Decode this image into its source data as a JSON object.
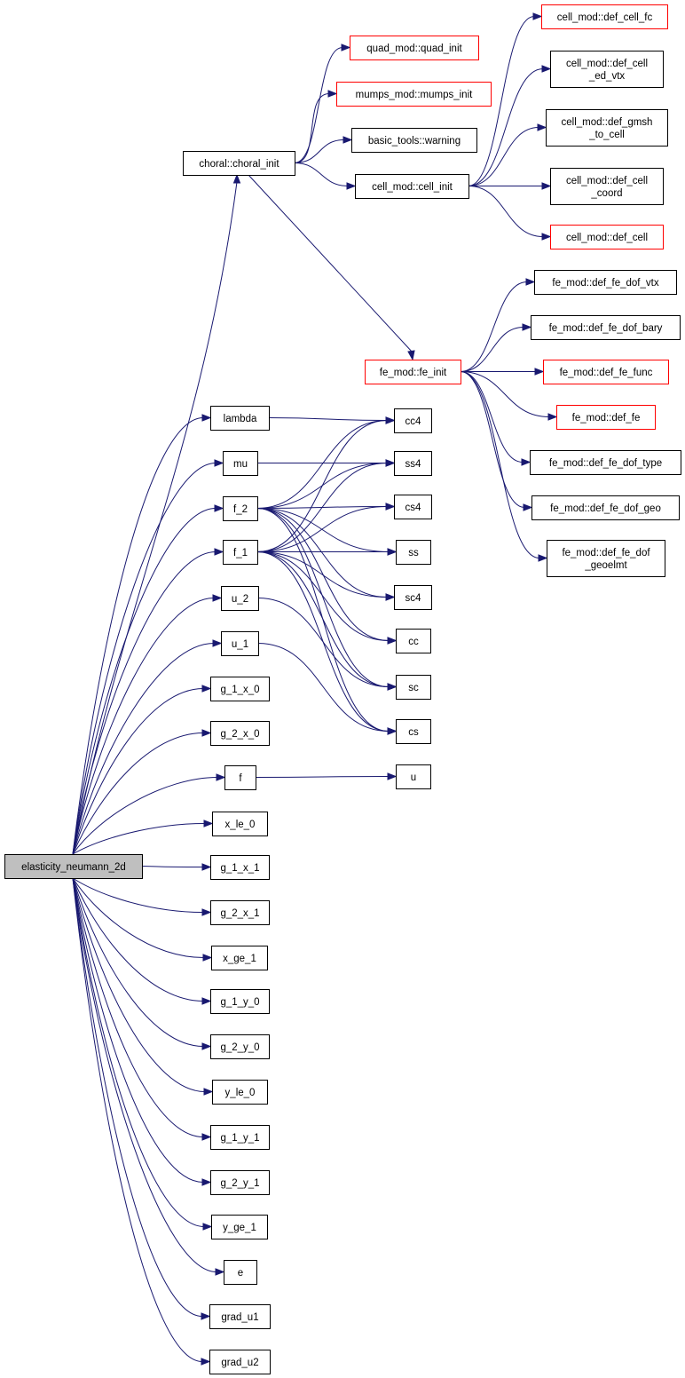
{
  "graph": {
    "nodes": [
      {
        "id": "root",
        "lines": [
          "elasticity_neumann_2d"
        ],
        "style": "root"
      },
      {
        "id": "choral_init",
        "lines": [
          "choral::choral_init"
        ],
        "style": "normal"
      },
      {
        "id": "quad_init",
        "lines": [
          "quad_mod::quad_init"
        ],
        "style": "truncated"
      },
      {
        "id": "mumps_init",
        "lines": [
          "mumps_mod::mumps_init"
        ],
        "style": "truncated"
      },
      {
        "id": "warning",
        "lines": [
          "basic_tools::warning"
        ],
        "style": "normal"
      },
      {
        "id": "cell_init",
        "lines": [
          "cell_mod::cell_init"
        ],
        "style": "normal"
      },
      {
        "id": "def_cell_fc",
        "lines": [
          "cell_mod::def_cell_fc"
        ],
        "style": "truncated"
      },
      {
        "id": "def_cell_ed_vtx",
        "lines": [
          "cell_mod::def_cell",
          "_ed_vtx"
        ],
        "style": "normal"
      },
      {
        "id": "def_gmsh_to_cell",
        "lines": [
          "cell_mod::def_gmsh",
          "_to_cell"
        ],
        "style": "normal"
      },
      {
        "id": "def_cell_coord",
        "lines": [
          "cell_mod::def_cell",
          "_coord"
        ],
        "style": "normal"
      },
      {
        "id": "def_cell",
        "lines": [
          "cell_mod::def_cell"
        ],
        "style": "truncated"
      },
      {
        "id": "fe_init",
        "lines": [
          "fe_mod::fe_init"
        ],
        "style": "truncated"
      },
      {
        "id": "dof_vtx",
        "lines": [
          "fe_mod::def_fe_dof_vtx"
        ],
        "style": "normal"
      },
      {
        "id": "dof_bary",
        "lines": [
          "fe_mod::def_fe_dof_bary"
        ],
        "style": "normal"
      },
      {
        "id": "fe_func",
        "lines": [
          "fe_mod::def_fe_func"
        ],
        "style": "truncated"
      },
      {
        "id": "def_fe",
        "lines": [
          "fe_mod::def_fe"
        ],
        "style": "truncated"
      },
      {
        "id": "dof_type",
        "lines": [
          "fe_mod::def_fe_dof_type"
        ],
        "style": "normal"
      },
      {
        "id": "dof_geo",
        "lines": [
          "fe_mod::def_fe_dof_geo"
        ],
        "style": "normal"
      },
      {
        "id": "dof_geoelmt",
        "lines": [
          "fe_mod::def_fe_dof",
          "_geoelmt"
        ],
        "style": "normal"
      },
      {
        "id": "lambda",
        "lines": [
          "lambda"
        ],
        "style": "normal"
      },
      {
        "id": "mu",
        "lines": [
          "mu"
        ],
        "style": "normal"
      },
      {
        "id": "f_2",
        "lines": [
          "f_2"
        ],
        "style": "normal"
      },
      {
        "id": "f_1",
        "lines": [
          "f_1"
        ],
        "style": "normal"
      },
      {
        "id": "u_2",
        "lines": [
          "u_2"
        ],
        "style": "normal"
      },
      {
        "id": "u_1",
        "lines": [
          "u_1"
        ],
        "style": "normal"
      },
      {
        "id": "g_1_x_0",
        "lines": [
          "g_1_x_0"
        ],
        "style": "normal"
      },
      {
        "id": "g_2_x_0",
        "lines": [
          "g_2_x_0"
        ],
        "style": "normal"
      },
      {
        "id": "f",
        "lines": [
          "f"
        ],
        "style": "normal"
      },
      {
        "id": "x_le_0",
        "lines": [
          "x_le_0"
        ],
        "style": "normal"
      },
      {
        "id": "g_1_x_1",
        "lines": [
          "g_1_x_1"
        ],
        "style": "normal"
      },
      {
        "id": "g_2_x_1",
        "lines": [
          "g_2_x_1"
        ],
        "style": "normal"
      },
      {
        "id": "x_ge_1",
        "lines": [
          "x_ge_1"
        ],
        "style": "normal"
      },
      {
        "id": "g_1_y_0",
        "lines": [
          "g_1_y_0"
        ],
        "style": "normal"
      },
      {
        "id": "g_2_y_0",
        "lines": [
          "g_2_y_0"
        ],
        "style": "normal"
      },
      {
        "id": "y_le_0",
        "lines": [
          "y_le_0"
        ],
        "style": "normal"
      },
      {
        "id": "g_1_y_1",
        "lines": [
          "g_1_y_1"
        ],
        "style": "normal"
      },
      {
        "id": "g_2_y_1",
        "lines": [
          "g_2_y_1"
        ],
        "style": "normal"
      },
      {
        "id": "y_ge_1",
        "lines": [
          "y_ge_1"
        ],
        "style": "normal"
      },
      {
        "id": "e",
        "lines": [
          "e"
        ],
        "style": "normal"
      },
      {
        "id": "grad_u1",
        "lines": [
          "grad_u1"
        ],
        "style": "normal"
      },
      {
        "id": "grad_u2",
        "lines": [
          "grad_u2"
        ],
        "style": "normal"
      },
      {
        "id": "cc4",
        "lines": [
          "cc4"
        ],
        "style": "normal"
      },
      {
        "id": "ss4",
        "lines": [
          "ss4"
        ],
        "style": "normal"
      },
      {
        "id": "cs4",
        "lines": [
          "cs4"
        ],
        "style": "normal"
      },
      {
        "id": "ss",
        "lines": [
          "ss"
        ],
        "style": "normal"
      },
      {
        "id": "sc4",
        "lines": [
          "sc4"
        ],
        "style": "normal"
      },
      {
        "id": "cc",
        "lines": [
          "cc"
        ],
        "style": "normal"
      },
      {
        "id": "sc",
        "lines": [
          "sc"
        ],
        "style": "normal"
      },
      {
        "id": "cs",
        "lines": [
          "cs"
        ],
        "style": "normal"
      },
      {
        "id": "u",
        "lines": [
          "u"
        ],
        "style": "normal"
      }
    ],
    "edges": [
      [
        "root",
        "choral_init"
      ],
      [
        "root",
        "lambda"
      ],
      [
        "root",
        "mu"
      ],
      [
        "root",
        "f_2"
      ],
      [
        "root",
        "f_1"
      ],
      [
        "root",
        "u_2"
      ],
      [
        "root",
        "u_1"
      ],
      [
        "root",
        "g_1_x_0"
      ],
      [
        "root",
        "g_2_x_0"
      ],
      [
        "root",
        "f"
      ],
      [
        "root",
        "x_le_0"
      ],
      [
        "root",
        "g_1_x_1"
      ],
      [
        "root",
        "g_2_x_1"
      ],
      [
        "root",
        "x_ge_1"
      ],
      [
        "root",
        "g_1_y_0"
      ],
      [
        "root",
        "g_2_y_0"
      ],
      [
        "root",
        "y_le_0"
      ],
      [
        "root",
        "g_1_y_1"
      ],
      [
        "root",
        "g_2_y_1"
      ],
      [
        "root",
        "y_ge_1"
      ],
      [
        "root",
        "e"
      ],
      [
        "root",
        "grad_u1"
      ],
      [
        "root",
        "grad_u2"
      ],
      [
        "choral_init",
        "quad_init"
      ],
      [
        "choral_init",
        "mumps_init"
      ],
      [
        "choral_init",
        "warning"
      ],
      [
        "choral_init",
        "cell_init"
      ],
      [
        "choral_init",
        "fe_init"
      ],
      [
        "cell_init",
        "def_cell_fc"
      ],
      [
        "cell_init",
        "def_cell_ed_vtx"
      ],
      [
        "cell_init",
        "def_gmsh_to_cell"
      ],
      [
        "cell_init",
        "def_cell_coord"
      ],
      [
        "cell_init",
        "def_cell"
      ],
      [
        "fe_init",
        "dof_vtx"
      ],
      [
        "fe_init",
        "dof_bary"
      ],
      [
        "fe_init",
        "fe_func"
      ],
      [
        "fe_init",
        "def_fe"
      ],
      [
        "fe_init",
        "dof_type"
      ],
      [
        "fe_init",
        "dof_geo"
      ],
      [
        "fe_init",
        "dof_geoelmt"
      ],
      [
        "lambda",
        "cc4"
      ],
      [
        "mu",
        "ss4"
      ],
      [
        "f_2",
        "cc4"
      ],
      [
        "f_2",
        "ss4"
      ],
      [
        "f_2",
        "cs4"
      ],
      [
        "f_2",
        "ss"
      ],
      [
        "f_2",
        "sc4"
      ],
      [
        "f_2",
        "cc"
      ],
      [
        "f_2",
        "sc"
      ],
      [
        "f_2",
        "cs"
      ],
      [
        "f_1",
        "cc4"
      ],
      [
        "f_1",
        "ss4"
      ],
      [
        "f_1",
        "cs4"
      ],
      [
        "f_1",
        "ss"
      ],
      [
        "f_1",
        "sc4"
      ],
      [
        "f_1",
        "cc"
      ],
      [
        "f_1",
        "sc"
      ],
      [
        "f_1",
        "cs"
      ],
      [
        "u_2",
        "sc"
      ],
      [
        "u_1",
        "cs"
      ],
      [
        "f",
        "u"
      ]
    ]
  }
}
